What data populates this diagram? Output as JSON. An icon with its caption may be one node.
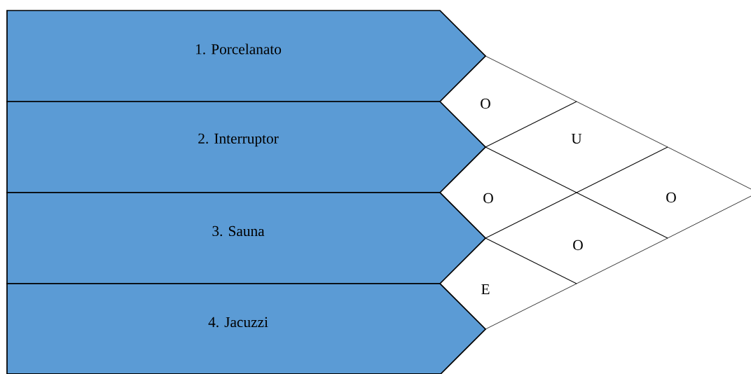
{
  "diagram": {
    "nodes": [
      {
        "text": [
          "1. Porcelanato"
        ]
      },
      {
        "text": [
          "2. Interruptor"
        ]
      },
      {
        "text": [
          "3. Sauna"
        ]
      },
      {
        "text": [
          "4. Jacuzzi"
        ]
      },
      {
        "text": [
          "O"
        ]
      },
      {
        "text": [
          "U"
        ]
      },
      {
        "text": [
          "O"
        ]
      },
      {
        "text": [
          "O"
        ]
      },
      {
        "text": [
          "O"
        ]
      },
      {
        "text": [
          "E"
        ]
      }
    ]
  }
}
